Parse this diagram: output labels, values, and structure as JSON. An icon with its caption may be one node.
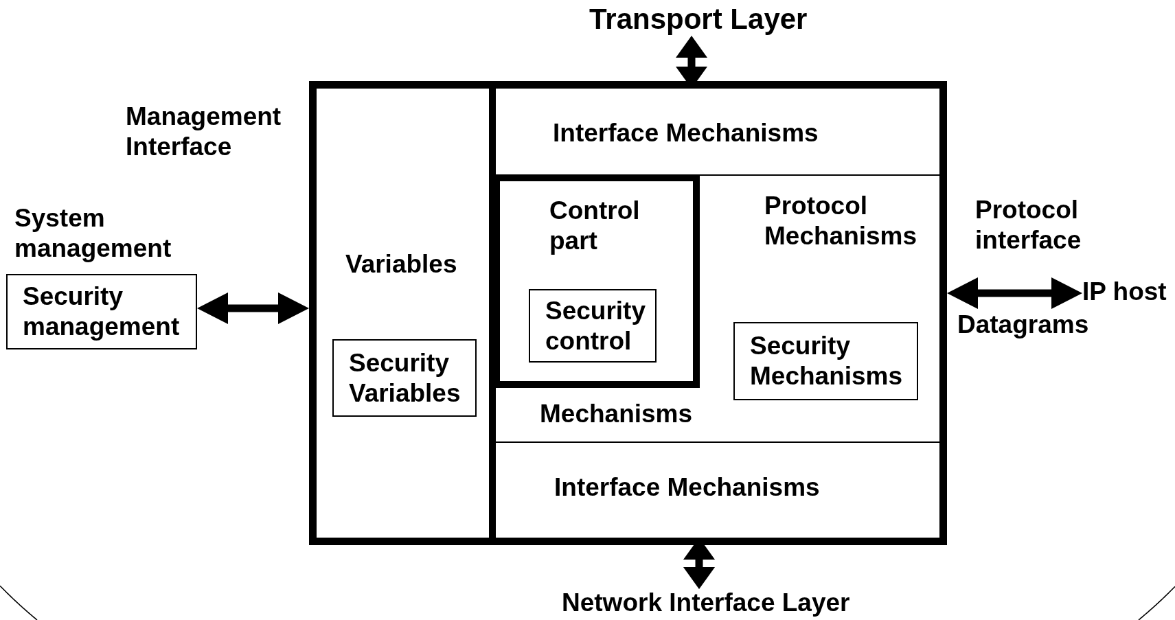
{
  "diagram": {
    "nodes": [
      {
        "text": [
          "Transport Layer"
        ]
      },
      {
        "text": [
          "Security management"
        ],
        "beside": [
          "System management"
        ]
      },
      {
        "text": [],
        "shape": "box"
      },
      {
        "text": [
          "Variables"
        ],
        "in": 2
      },
      {
        "text": [
          "Security Variables"
        ],
        "in": 3
      },
      {
        "text": [
          "Interface Mechanisms"
        ],
        "in": 2
      },
      {
        "text": [
          "Protocol Mechanisms",
          "Mechanisms"
        ],
        "in": 2
      },
      {
        "text": [
          "Control part"
        ],
        "in": 6
      },
      {
        "text": [
          "Security control"
        ],
        "in": 7
      },
      {
        "text": [
          "Security Mechanisms"
        ],
        "in": 6
      },
      {
        "text": [
          "Interface Mechanisms"
        ],
        "in": 2
      },
      {
        "text": [
          "IP host"
        ]
      },
      {
        "text": [
          "Network Interface Layer"
        ]
      }
    ],
    "edges": [
      {
        "from": 0,
        "to": 5,
        "arrow": "both"
      },
      {
        "from": 1,
        "to": 2,
        "arrow": "both"
      },
      {
        "from": 2,
        "to": 11,
        "arrow": "both",
        "label": "Datagrams"
      },
      {
        "from": 10,
        "to": 12,
        "arrow": "both"
      }
    ],
    "labels": [
      "Management Interface",
      "Protocol interface"
    ]
  }
}
